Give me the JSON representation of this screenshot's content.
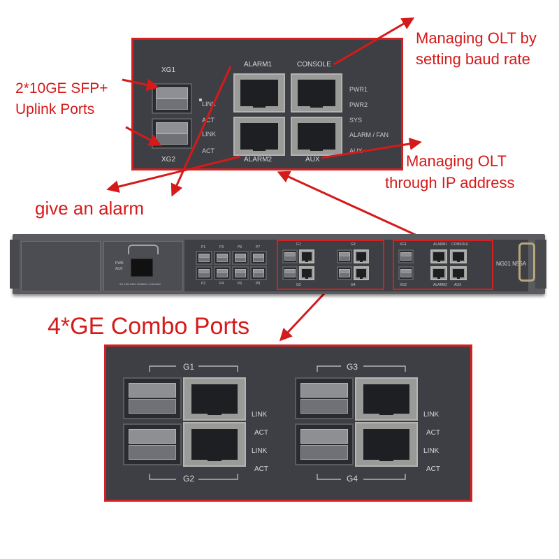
{
  "annotations": {
    "sfp_uplink_line1": "2*10GE SFP+",
    "sfp_uplink_line2": "Uplink Ports",
    "console_line1": "Managing OLT by",
    "console_line2": "setting baud rate",
    "aux_line1": "Managing OLT",
    "aux_line2": "through IP address",
    "alarm": "give an alarm",
    "combo": "4*GE Combo Ports"
  },
  "top_panel": {
    "xg1": "XG1",
    "xg2": "XG2",
    "alarm1": "ALARM1",
    "alarm2": "ALARM2",
    "console": "CONSOLE",
    "aux": "AUX",
    "link1": "LINK",
    "act1": "ACT",
    "link2": "LINK",
    "act2": "ACT",
    "leds": [
      "PWR1",
      "PWR2",
      "SYS",
      "ALARM / FAN",
      "AUX"
    ]
  },
  "device": {
    "model": "NG01 N56A",
    "pwr": "PWR",
    "alm": "ALM",
    "power_rating": "AC 100-240V 50/60Hz 1.0A MAX",
    "sfp_top": [
      "P1",
      "P3",
      "P5",
      "P7"
    ],
    "sfp_bottom": [
      "P2",
      "P4",
      "P6",
      "P8"
    ],
    "g1": "G1",
    "g2": "G2",
    "g3": "G3",
    "g4": "G4",
    "xg1": "XG1",
    "xg2": "XG2",
    "alarm1": "ALARM1",
    "alarm2": "ALARM2",
    "console": "CONSOLE",
    "aux": "AUX"
  },
  "bottom_panel": {
    "g1": "G1",
    "g2": "G2",
    "g3": "G3",
    "g4": "G4",
    "left_leds": [
      "LINK",
      "ACT",
      "LINK",
      "ACT"
    ],
    "right_leds": [
      "LINK",
      "ACT",
      "LINK",
      "ACT"
    ]
  },
  "colors": {
    "annotation_red": "#d51a1a",
    "panel_bg": "#3d3f44",
    "chassis": "#595b5f"
  }
}
